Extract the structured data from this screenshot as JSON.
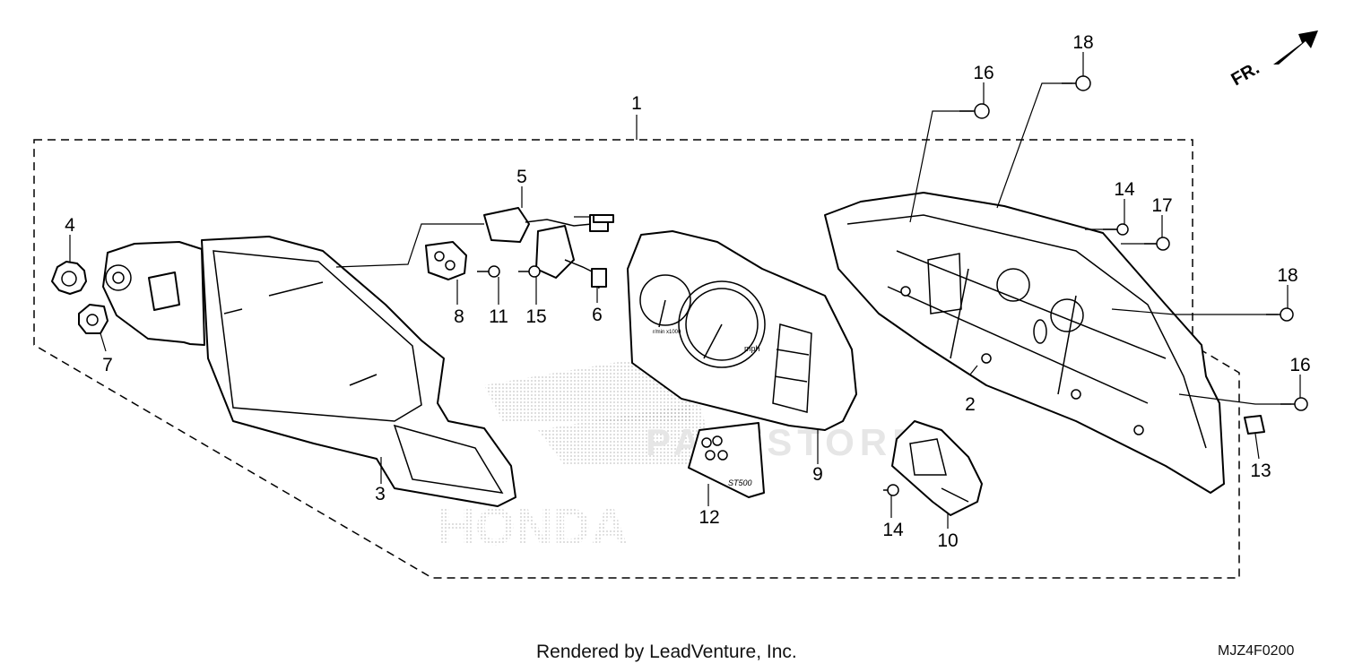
{
  "diagram": {
    "direction_label": "FR.",
    "drawing_code": "MJZ4F0200",
    "credit": "Rendered by LeadVenture, Inc.",
    "watermark": {
      "brand": "HONDA",
      "overlay": "PARTSTORE"
    },
    "dial_text": {
      "speed_unit": "mph",
      "tach_unit": "r/min x1000",
      "panel_label": "ST500"
    },
    "callouts": [
      {
        "id": "c1",
        "label": "1"
      },
      {
        "id": "c2",
        "label": "2"
      },
      {
        "id": "c3",
        "label": "3"
      },
      {
        "id": "c4",
        "label": "4"
      },
      {
        "id": "c5",
        "label": "5"
      },
      {
        "id": "c6",
        "label": "6"
      },
      {
        "id": "c7",
        "label": "7"
      },
      {
        "id": "c8",
        "label": "8"
      },
      {
        "id": "c9",
        "label": "9"
      },
      {
        "id": "c10",
        "label": "10"
      },
      {
        "id": "c11",
        "label": "11"
      },
      {
        "id": "c12",
        "label": "12"
      },
      {
        "id": "c13",
        "label": "13"
      },
      {
        "id": "c14a",
        "label": "14"
      },
      {
        "id": "c14b",
        "label": "14"
      },
      {
        "id": "c15",
        "label": "15"
      },
      {
        "id": "c16a",
        "label": "16"
      },
      {
        "id": "c16b",
        "label": "16"
      },
      {
        "id": "c17",
        "label": "17"
      },
      {
        "id": "c18a",
        "label": "18"
      },
      {
        "id": "c18b",
        "label": "18"
      }
    ]
  }
}
